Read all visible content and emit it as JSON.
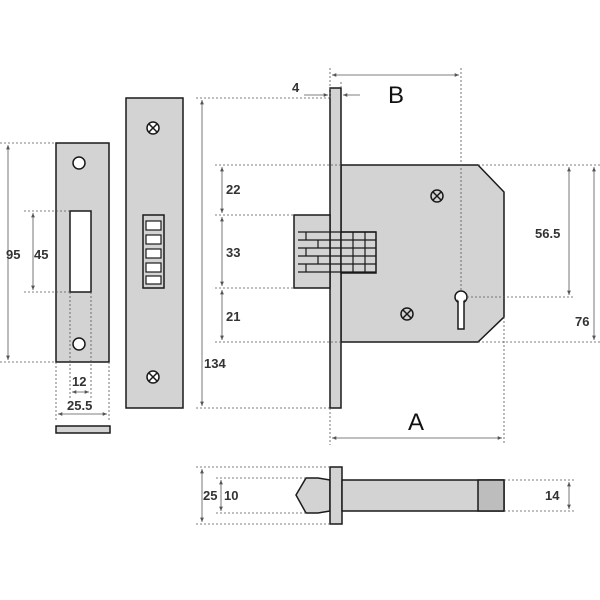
{
  "colors": {
    "outline": "#1a1a1a",
    "metal": "#d3d3d3",
    "metal_dark": "#bdbdbd",
    "dimension_line": "#555555",
    "background": "#ffffff"
  },
  "strike_plate": {
    "height_label": "95",
    "hole_height_label": "45",
    "hole_width_label": "12",
    "width_label": "25.5"
  },
  "forend": {
    "height_label": "134"
  },
  "lock_body": {
    "forend_thickness_label": "4",
    "backset_label": "B",
    "case_width_label": "A",
    "top_offset_label": "22",
    "bolt_height_label": "33",
    "bottom_offset_label": "21",
    "keyhole_centre_label": "56.5",
    "case_height_label": "76"
  },
  "bolt_side_view": {
    "overall_label": "25",
    "bolt_label": "10",
    "body_thickness_label": "14"
  }
}
